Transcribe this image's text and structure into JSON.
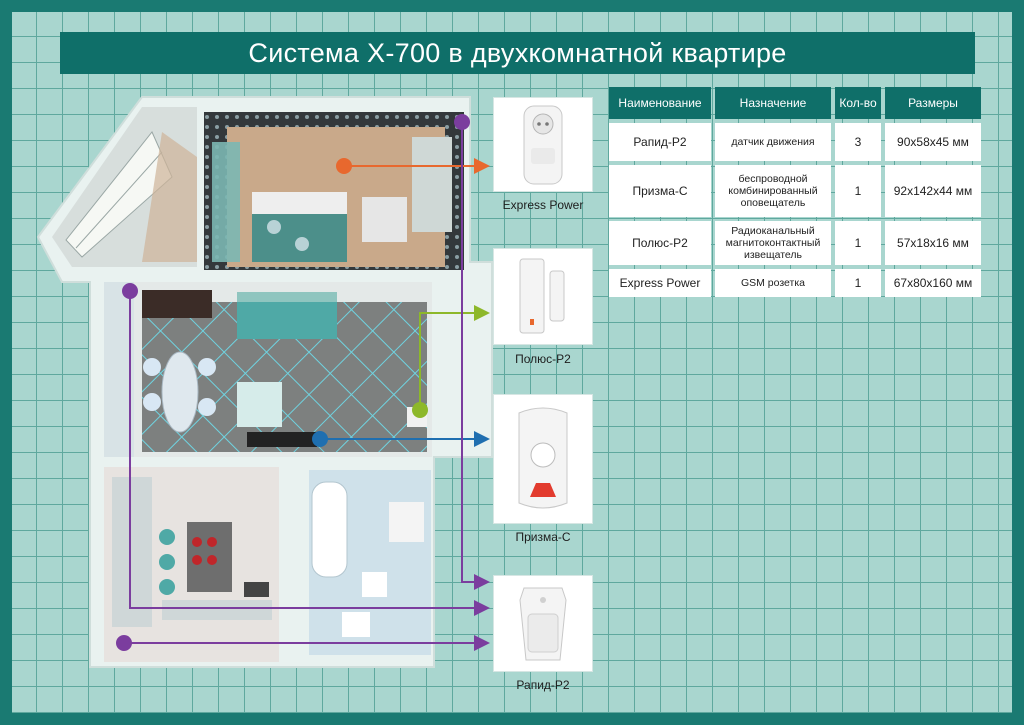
{
  "title": "Система Х-700 в двухкомнатной квартире",
  "table": {
    "headers": [
      "Наименование",
      "Назначение",
      "Кол-во",
      "Размеры"
    ],
    "rows": [
      {
        "name": "Рапид-Р2",
        "purpose": "датчик движения",
        "qty": "3",
        "size": "90х58х45 мм"
      },
      {
        "name": "Призма-С",
        "purpose": "беспроводной комбинированный оповещатель",
        "qty": "1",
        "size": "92х142х44 мм"
      },
      {
        "name": "Полюс-Р2",
        "purpose": "Радиоканальный магнитоконтактный извещатель",
        "qty": "1",
        "size": "57х18х16 мм"
      },
      {
        "name": "Express Power",
        "purpose": "GSM розетка",
        "qty": "1",
        "size": "67х80х160 мм"
      }
    ]
  },
  "devices": [
    {
      "label": "Express Power",
      "icon": "smart-plug-icon",
      "color": "#e8682e"
    },
    {
      "label": "Полюс-Р2",
      "icon": "magnetic-contact-icon",
      "color": "#8db82a"
    },
    {
      "label": "Призма-С",
      "icon": "siren-icon",
      "color": "#1f6fb0"
    },
    {
      "label": "Рапид-Р2",
      "icon": "motion-sensor-icon",
      "color": "#7b3d9e"
    }
  ],
  "colors": {
    "frame": "#1a7a72",
    "title_bar": "#0f6f69",
    "grid_background": "#a9d6cf",
    "siren_light": "#e23b2e"
  }
}
